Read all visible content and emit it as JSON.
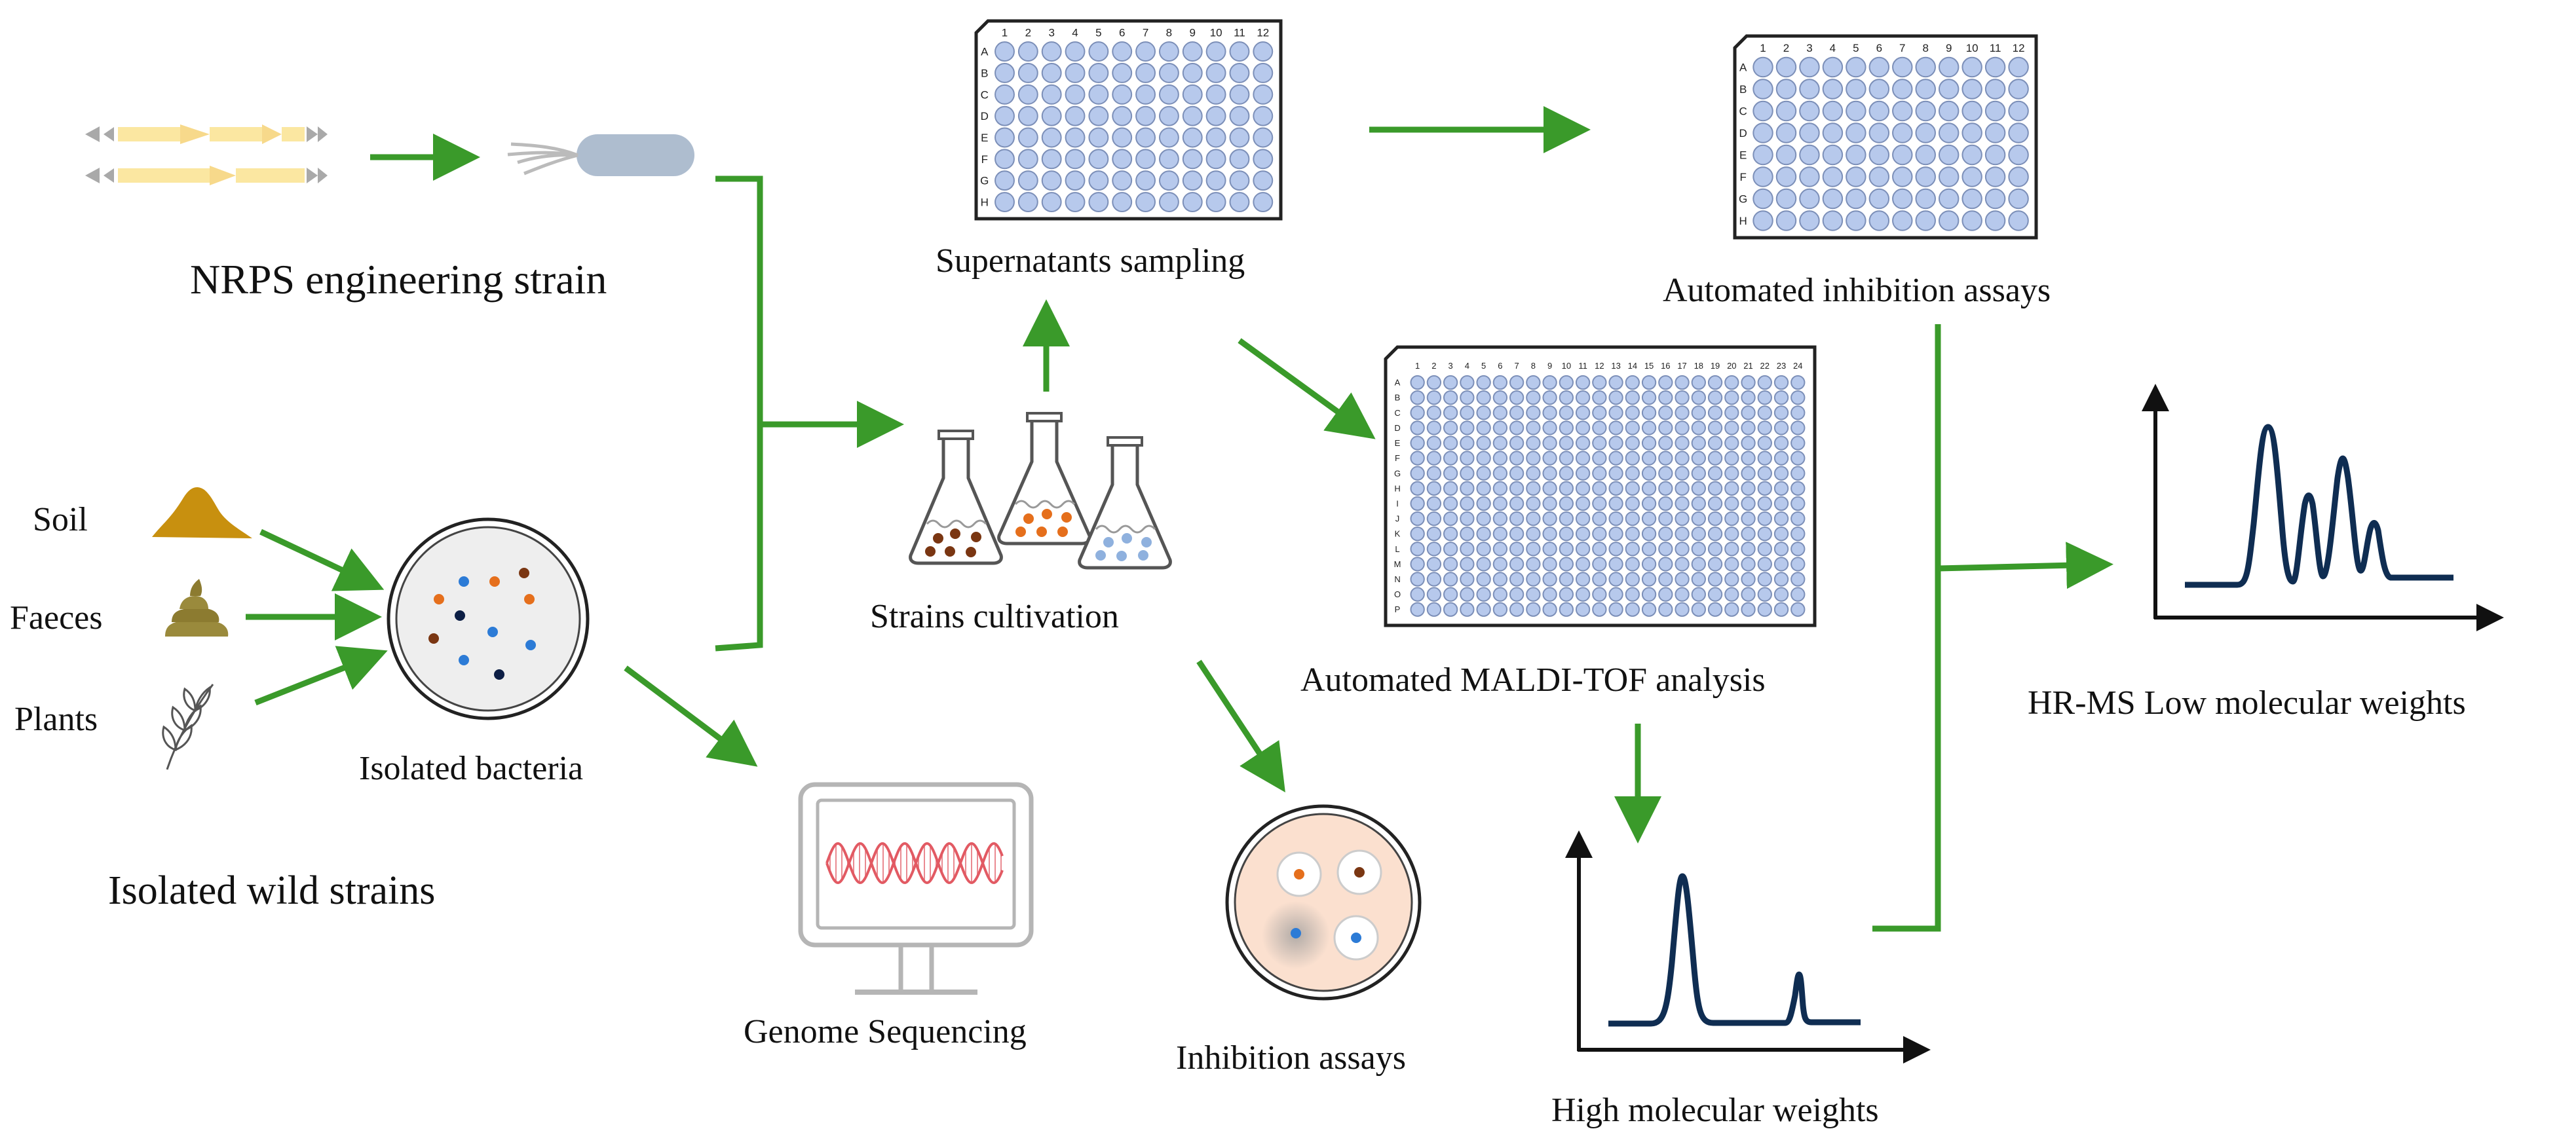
{
  "labels": {
    "nrps": "NRPS engineering strain",
    "wild": "Isolated wild strains",
    "soil": "Soil",
    "faeces": "Faeces",
    "plants": "Plants",
    "isolated_bacteria": "Isolated bacteria",
    "supernatants": "Supernatants sampling",
    "cultivation": "Strains cultivation",
    "genome": "Genome Sequencing",
    "inhibition": "Inhibition assays",
    "auto_inhibition": "Automated inhibition assays",
    "maldi": "Automated MALDI-TOF analysis",
    "high_mw": "High molecular weights",
    "hrms": "HR-MS Low molecular weights"
  },
  "plate96": {
    "rows": [
      "A",
      "B",
      "C",
      "D",
      "E",
      "F",
      "G",
      "H"
    ],
    "cols": [
      "1",
      "2",
      "3",
      "4",
      "5",
      "6",
      "7",
      "8",
      "9",
      "10",
      "11",
      "12"
    ]
  },
  "plate384": {
    "rows": [
      "A",
      "B",
      "C",
      "D",
      "E",
      "F",
      "G",
      "H",
      "I",
      "J",
      "K",
      "L",
      "M",
      "N",
      "O",
      "P"
    ],
    "cols": [
      "1",
      "2",
      "3",
      "4",
      "5",
      "6",
      "7",
      "8",
      "9",
      "10",
      "11",
      "12",
      "13",
      "14",
      "15",
      "16",
      "17",
      "18",
      "19",
      "20",
      "21",
      "22",
      "23",
      "24"
    ]
  },
  "colors": {
    "arrow": "#3a9a2a",
    "well": "#b7c9ec",
    "well_stroke": "#7c8fb8",
    "gene": "#fbe7a1",
    "gene_grey": "#a9a9a9",
    "cell": "#aebdcf",
    "soil": "#c8900f",
    "faeces": "#9a8a3c",
    "spectrum": "#0f2d52",
    "dna": "#e25a63"
  }
}
